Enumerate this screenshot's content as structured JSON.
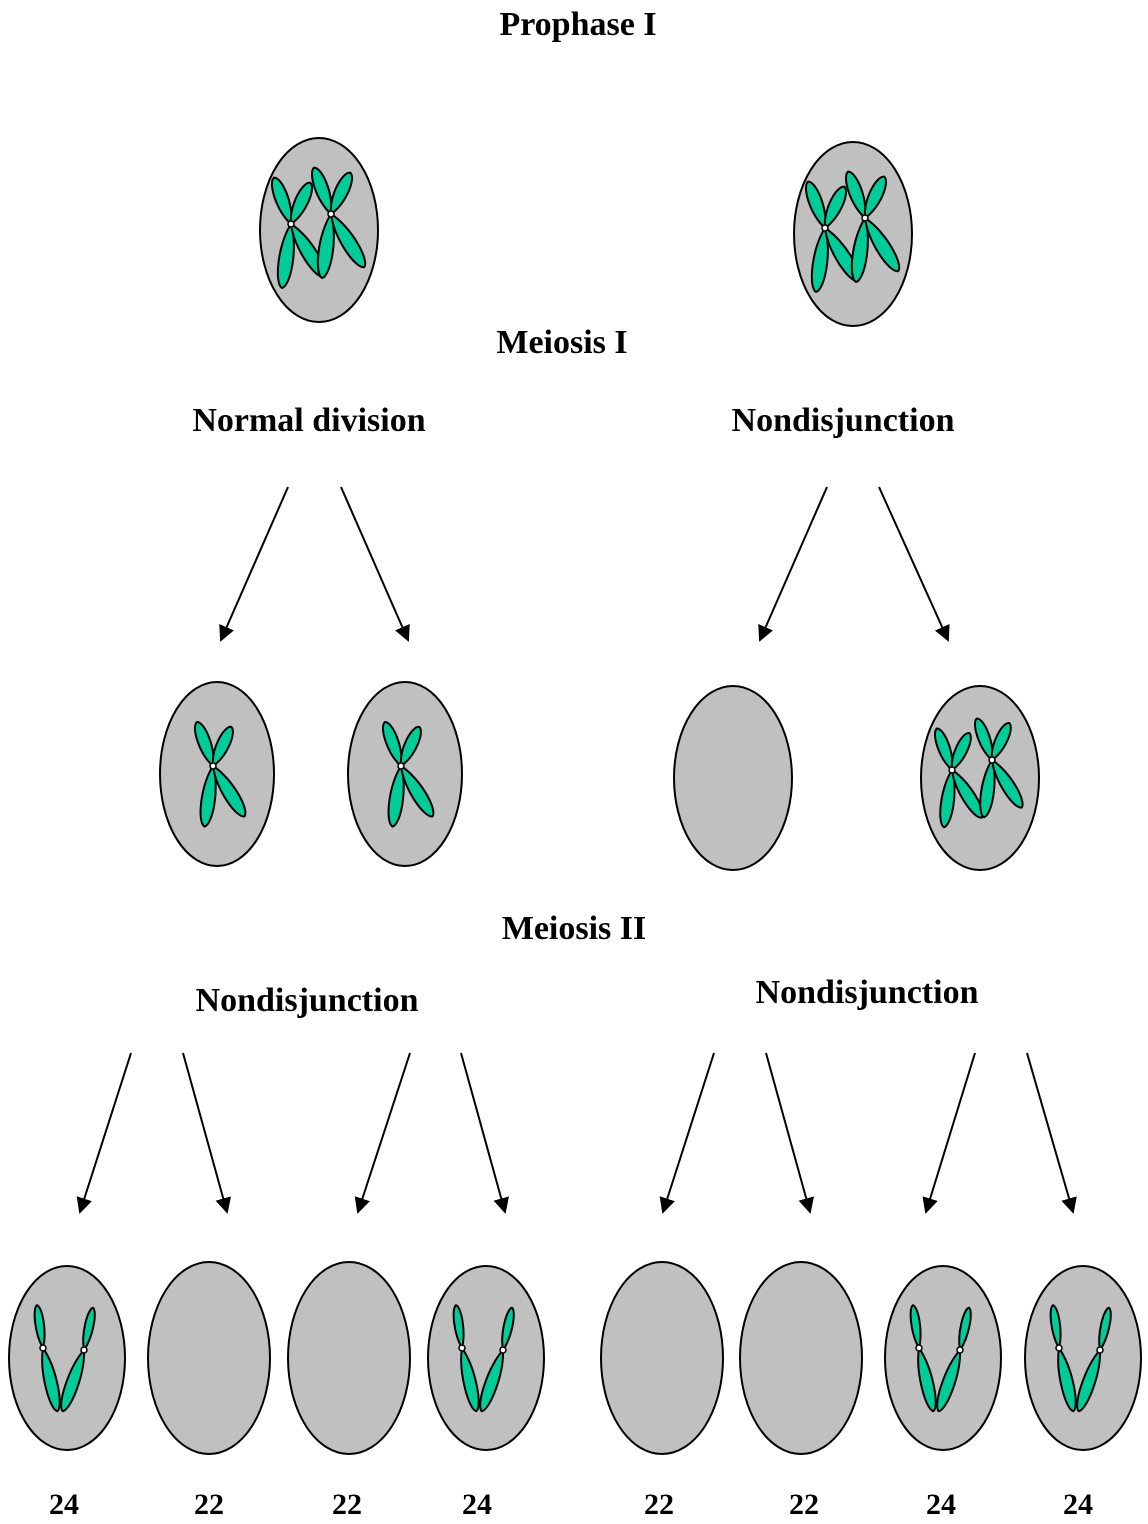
{
  "stages": {
    "prophase": "Prophase I",
    "meiosis1": "Meiosis I",
    "meiosis2": "Meiosis II"
  },
  "branches": {
    "meiosis1_left": "Normal division",
    "meiosis1_right": "Nondisjunction",
    "meiosis2_left": "Nondisjunction",
    "meiosis2_right": "Nondisjunction"
  },
  "chromosome_counts": [
    "24",
    "22",
    "22",
    "24",
    "22",
    "22",
    "24",
    "24"
  ],
  "colors": {
    "cell_fill": "#c0c0c0",
    "chromosome_fill": "#00cc99",
    "outline": "#000000"
  }
}
